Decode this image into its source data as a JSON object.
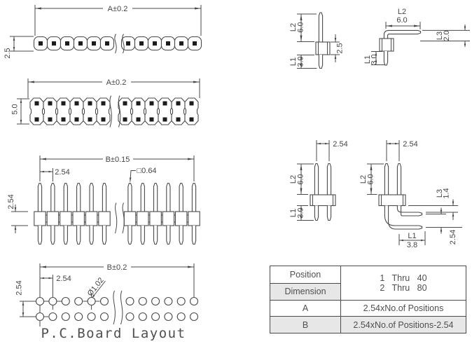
{
  "views": {
    "top_single": {
      "length": "A±0.2",
      "height": "2.5"
    },
    "top_dual": {
      "length": "A±0.2",
      "height": "5.0"
    },
    "side": {
      "length": "B±0.15",
      "pitch": "2.54",
      "pin_square": "□0.64",
      "body_height": "2.54"
    },
    "pcb": {
      "length": "B±0.2",
      "pitch": "2.54",
      "hole_dia": "Ø1.02",
      "row_pitch": "2.54",
      "caption": "P.C.Board Layout"
    },
    "pin_straight_1": {
      "l2": "L2",
      "l2_val": "6.0",
      "body": "2.5",
      "l1": "L1",
      "l1_val": "3.0"
    },
    "pin_ra_1": {
      "l2": "L2",
      "l2_val": "6.0",
      "l3": "L3",
      "l3_val": "2.0",
      "l1": "L1",
      "l1_val": "3.0"
    },
    "pin_straight_2": {
      "pitch": "2.54",
      "l2": "L2",
      "l2_val": "6.0",
      "l1": "L1",
      "l1_val": "3.0"
    },
    "pin_ra_2": {
      "pitch": "2.54",
      "l2": "L2",
      "l2_val": "6.0",
      "l3": "L3",
      "l3_val": "1.4",
      "l1": "L1",
      "l1_val": "3.8",
      "row_pitch": "2.54"
    }
  },
  "table": {
    "position_label": "Position",
    "dimension_label": "Dimension",
    "range1": "1   Thru   40",
    "range2": "2   Thru   80",
    "row_a_label": "A",
    "row_a_value": "2.54xNo.of Positions",
    "row_b_label": "B",
    "row_b_value": "2.54xNo.of Positions-2.54"
  }
}
